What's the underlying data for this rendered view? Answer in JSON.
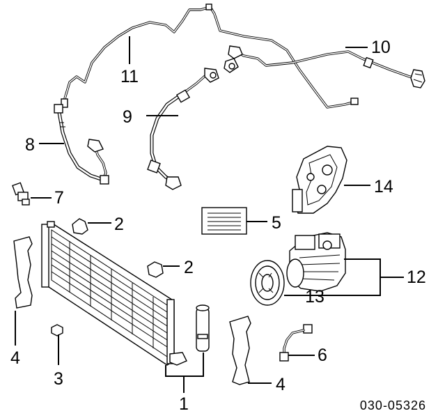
{
  "callouts": [
    {
      "id": "1",
      "text": "1"
    },
    {
      "id": "2a",
      "text": "2"
    },
    {
      "id": "2b",
      "text": "2"
    },
    {
      "id": "3",
      "text": "3"
    },
    {
      "id": "4a",
      "text": "4"
    },
    {
      "id": "4b",
      "text": "4"
    },
    {
      "id": "5",
      "text": "5"
    },
    {
      "id": "6",
      "text": "6"
    },
    {
      "id": "7",
      "text": "7"
    },
    {
      "id": "8",
      "text": "8"
    },
    {
      "id": "9",
      "text": "9"
    },
    {
      "id": "10",
      "text": "10"
    },
    {
      "id": "11",
      "text": "11"
    },
    {
      "id": "12",
      "text": "12"
    },
    {
      "id": "13",
      "text": "13"
    },
    {
      "id": "14",
      "text": "14"
    }
  ],
  "diagram_code": "030-05326"
}
